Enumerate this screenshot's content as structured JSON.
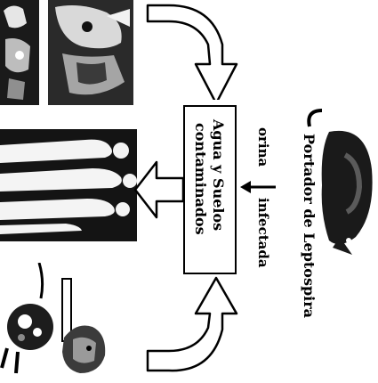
{
  "diagram": {
    "reservoir_label": "Portador de Leptospira",
    "urine_word_1": "orina",
    "urine_word_2": "infectada",
    "center_box_line_1": "Agua y Suelos",
    "center_box_line_2": "contaminados"
  },
  "colors": {
    "ink": "#000000",
    "paper": "#ffffff",
    "photo_dark": "#141414",
    "photo_mid": "#6e6e6e"
  },
  "icons": {
    "top_left_photos": "cattle-photo",
    "middle_left_photo": "human-figures-photo",
    "bottom_left_photo": "dog-and-pig-photo",
    "reservoir": "rat-icon"
  }
}
